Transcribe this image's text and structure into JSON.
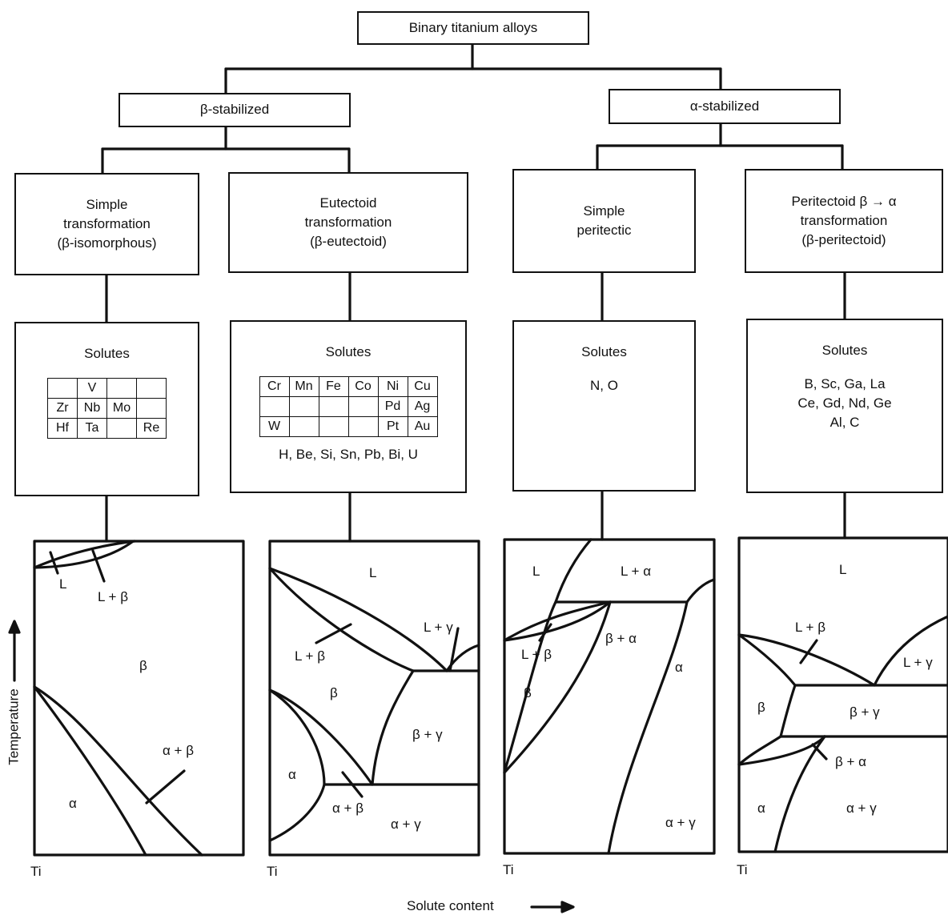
{
  "root": {
    "label": "Binary titanium alloys"
  },
  "groups": [
    {
      "label": "β-stabilized"
    },
    {
      "label": "α-stabilized"
    }
  ],
  "types": [
    {
      "lines": [
        "Simple",
        "transformation",
        "(β-isomorphous)"
      ]
    },
    {
      "lines": [
        "Eutectoid",
        "transformation",
        "(β-eutectoid)"
      ]
    },
    {
      "lines": [
        "Simple",
        "peritectic"
      ]
    },
    {
      "lines": [
        "Peritectoid β → α",
        "transformation",
        "(β-peritectoid)"
      ]
    }
  ],
  "solutes": [
    {
      "title": "Solutes",
      "table": [
        [
          "",
          "V",
          "",
          ""
        ],
        [
          "Zr",
          "Nb",
          "Mo",
          ""
        ],
        [
          "Hf",
          "Ta",
          "",
          "Re"
        ]
      ],
      "lines": []
    },
    {
      "title": "Solutes",
      "table": [
        [
          "Cr",
          "Mn",
          "Fe",
          "Co",
          "Ni",
          "Cu"
        ],
        [
          "",
          "",
          "",
          "",
          "Pd",
          "Ag"
        ],
        [
          "W",
          "",
          "",
          "",
          "Pt",
          "Au"
        ]
      ],
      "lines": [
        "H, Be, Si, Sn, Pb, Bi, U"
      ]
    },
    {
      "title": "Solutes",
      "table": [],
      "lines": [
        "N, O"
      ]
    },
    {
      "title": "Solutes",
      "table": [],
      "lines": [
        "B, Sc, Ga, La",
        "Ce, Gd, Nd, Ge",
        "Al, C"
      ]
    }
  ],
  "diagrams": [
    {
      "labels": [
        "L",
        "L + β",
        "β",
        "α + β",
        "α"
      ],
      "origin": "Ti"
    },
    {
      "labels": [
        "L",
        "L + γ",
        "L + β",
        "β",
        "β + γ",
        "α",
        "α + β",
        "α + γ"
      ],
      "origin": "Ti"
    },
    {
      "labels": [
        "L",
        "L + α",
        "L + β",
        "β + α",
        "β",
        "α",
        "α + γ"
      ],
      "origin": "Ti"
    },
    {
      "labels": [
        "L",
        "L + β",
        "L + γ",
        "β",
        "β + γ",
        "β + α",
        "α",
        "α + γ"
      ],
      "origin": "Ti"
    }
  ],
  "axes": {
    "y_label": "Temperature",
    "x_label": "Solute content"
  }
}
